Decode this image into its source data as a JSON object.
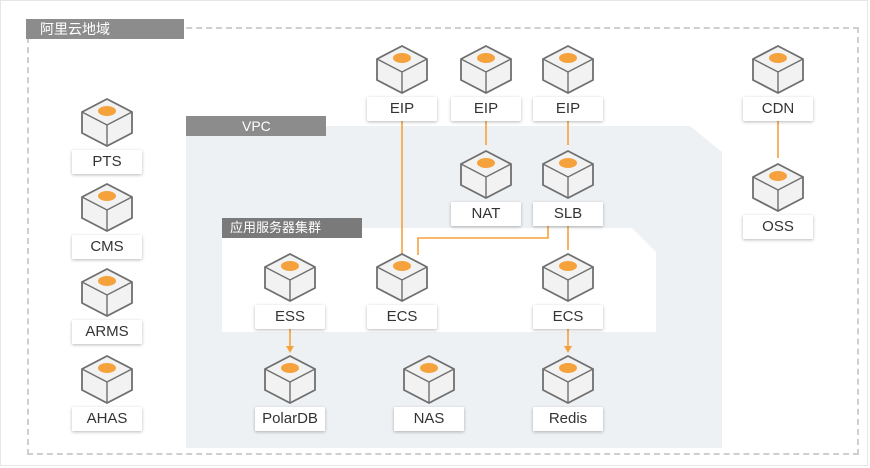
{
  "region": {
    "title": "阿里云地域"
  },
  "vpc": {
    "title": "VPC"
  },
  "cluster": {
    "title": "应用服务器集群"
  },
  "colors": {
    "accent": "#f5a23c",
    "tag_bg": "#8c8c8c",
    "zone_bg": "#eef1f4",
    "line": "#f5a23c"
  },
  "nodes": [
    {
      "id": "eip-1",
      "label": "EIP",
      "icon": "link-icon"
    },
    {
      "id": "eip-2",
      "label": "EIP",
      "icon": "link-icon"
    },
    {
      "id": "eip-3",
      "label": "EIP",
      "icon": "link-icon"
    },
    {
      "id": "cdn",
      "label": "CDN",
      "icon": "network-icon"
    },
    {
      "id": "pts",
      "label": "PTS",
      "icon": "trend-icon"
    },
    {
      "id": "nat",
      "label": "NAT",
      "icon": "gateway-icon"
    },
    {
      "id": "slb",
      "label": "SLB",
      "icon": "balancer-icon"
    },
    {
      "id": "oss",
      "label": "OSS",
      "icon": "cloud-icon"
    },
    {
      "id": "cms",
      "label": "CMS",
      "icon": "megaphone-icon"
    },
    {
      "id": "ess",
      "label": "ESS",
      "icon": "scaling-icon"
    },
    {
      "id": "ecs-1",
      "label": "ECS",
      "icon": "server-icon"
    },
    {
      "id": "ecs-2",
      "label": "ECS",
      "icon": "server-icon"
    },
    {
      "id": "arms",
      "label": "ARMS",
      "icon": "chart-icon"
    },
    {
      "id": "ahas",
      "label": "AHAS",
      "icon": "shield-icon"
    },
    {
      "id": "polardb",
      "label": "PolarDB",
      "icon": "database-icon"
    },
    {
      "id": "nas",
      "label": "NAS",
      "icon": "storage-icon"
    },
    {
      "id": "redis",
      "label": "Redis",
      "icon": "cache-icon"
    }
  ]
}
